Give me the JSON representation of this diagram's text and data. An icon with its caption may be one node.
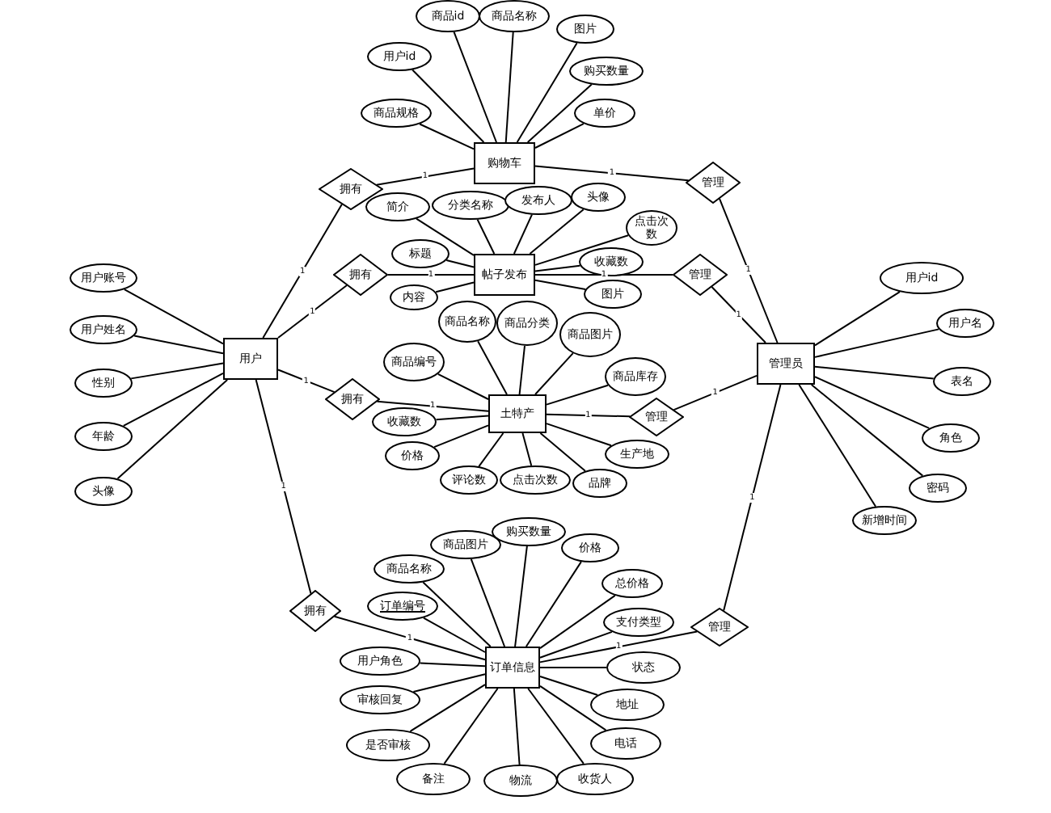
{
  "diagram": {
    "nodes": [
      {
        "text": [
          "购物车"
        ]
      },
      {
        "text": [
          "商品id"
        ]
      },
      {
        "text": [
          "商品名称"
        ]
      },
      {
        "text": [
          "图片"
        ]
      },
      {
        "text": [
          "用户id"
        ]
      },
      {
        "text": [
          "购买数量"
        ]
      },
      {
        "text": [
          "商品规格"
        ]
      },
      {
        "text": [
          "单价"
        ]
      },
      {
        "text": [
          "帖子发布"
        ]
      },
      {
        "text": [
          "简介"
        ]
      },
      {
        "text": [
          "分类名称"
        ]
      },
      {
        "text": [
          "发布人"
        ]
      },
      {
        "text": [
          "头像"
        ]
      },
      {
        "text": [
          "点击次数"
        ]
      },
      {
        "text": [
          "标题"
        ]
      },
      {
        "text": [
          "内容"
        ]
      },
      {
        "text": [
          "收藏数"
        ]
      },
      {
        "text": [
          "图片"
        ]
      },
      {
        "text": [
          "土特产"
        ]
      },
      {
        "text": [
          "商品编号"
        ]
      },
      {
        "text": [
          "商品名称"
        ]
      },
      {
        "text": [
          "商品分类"
        ]
      },
      {
        "text": [
          "商品图片"
        ]
      },
      {
        "text": [
          "商品库存"
        ]
      },
      {
        "text": [
          "收藏数"
        ]
      },
      {
        "text": [
          "价格"
        ]
      },
      {
        "text": [
          "评论数"
        ]
      },
      {
        "text": [
          "点击次数"
        ]
      },
      {
        "text": [
          "品牌"
        ]
      },
      {
        "text": [
          "生产地"
        ]
      },
      {
        "text": [
          "订单信息"
        ]
      },
      {
        "text": [
          "订单编号"
        ]
      },
      {
        "text": [
          "商品名称"
        ]
      },
      {
        "text": [
          "商品图片"
        ]
      },
      {
        "text": [
          "购买数量"
        ]
      },
      {
        "text": [
          "价格"
        ]
      },
      {
        "text": [
          "总价格"
        ]
      },
      {
        "text": [
          "支付类型"
        ]
      },
      {
        "text": [
          "用户角色"
        ]
      },
      {
        "text": [
          "审核回复"
        ]
      },
      {
        "text": [
          "是否审核"
        ]
      },
      {
        "text": [
          "备注"
        ]
      },
      {
        "text": [
          "物流"
        ]
      },
      {
        "text": [
          "收货人"
        ]
      },
      {
        "text": [
          "电话"
        ]
      },
      {
        "text": [
          "地址"
        ]
      },
      {
        "text": [
          "状态"
        ]
      },
      {
        "text": [
          "用户"
        ]
      },
      {
        "text": [
          "用户账号"
        ]
      },
      {
        "text": [
          "用户姓名"
        ]
      },
      {
        "text": [
          "性别"
        ]
      },
      {
        "text": [
          "年龄"
        ]
      },
      {
        "text": [
          "头像"
        ]
      },
      {
        "text": [
          "管理员"
        ]
      },
      {
        "text": [
          "用户id"
        ]
      },
      {
        "text": [
          "用户名"
        ]
      },
      {
        "text": [
          "表名"
        ]
      },
      {
        "text": [
          "角色"
        ]
      },
      {
        "text": [
          "密码"
        ]
      },
      {
        "text": [
          "新增时间"
        ]
      },
      {
        "text": [
          "拥有"
        ]
      },
      {
        "text": [
          "拥有"
        ]
      },
      {
        "text": [
          "拥有"
        ]
      },
      {
        "text": [
          "拥有"
        ]
      },
      {
        "text": [
          "管理"
        ]
      },
      {
        "text": [
          "管理"
        ]
      },
      {
        "text": [
          "管理"
        ]
      },
      {
        "text": [
          "管理"
        ]
      }
    ],
    "edges": [
      {
        "from": 0,
        "to": 1,
        "arrow": "none"
      },
      {
        "from": 0,
        "to": 2,
        "arrow": "none"
      },
      {
        "from": 0,
        "to": 3,
        "arrow": "none"
      },
      {
        "from": 0,
        "to": 4,
        "arrow": "none"
      },
      {
        "from": 0,
        "to": 5,
        "arrow": "none"
      },
      {
        "from": 0,
        "to": 6,
        "arrow": "none"
      },
      {
        "from": 0,
        "to": 7,
        "arrow": "none"
      },
      {
        "from": 8,
        "to": 9,
        "arrow": "none"
      },
      {
        "from": 8,
        "to": 10,
        "arrow": "none"
      },
      {
        "from": 8,
        "to": 11,
        "arrow": "none"
      },
      {
        "from": 8,
        "to": 12,
        "arrow": "none"
      },
      {
        "from": 8,
        "to": 13,
        "arrow": "none"
      },
      {
        "from": 8,
        "to": 14,
        "arrow": "none"
      },
      {
        "from": 8,
        "to": 15,
        "arrow": "none"
      },
      {
        "from": 8,
        "to": 16,
        "arrow": "none"
      },
      {
        "from": 8,
        "to": 17,
        "arrow": "none"
      },
      {
        "from": 18,
        "to": 19,
        "arrow": "none"
      },
      {
        "from": 18,
        "to": 20,
        "arrow": "none"
      },
      {
        "from": 18,
        "to": 21,
        "arrow": "none"
      },
      {
        "from": 18,
        "to": 22,
        "arrow": "none"
      },
      {
        "from": 18,
        "to": 23,
        "arrow": "none"
      },
      {
        "from": 18,
        "to": 24,
        "arrow": "none"
      },
      {
        "from": 18,
        "to": 25,
        "arrow": "none"
      },
      {
        "from": 18,
        "to": 26,
        "arrow": "none"
      },
      {
        "from": 18,
        "to": 27,
        "arrow": "none"
      },
      {
        "from": 18,
        "to": 28,
        "arrow": "none"
      },
      {
        "from": 18,
        "to": 29,
        "arrow": "none"
      },
      {
        "from": 30,
        "to": 31,
        "arrow": "none"
      },
      {
        "from": 30,
        "to": 32,
        "arrow": "none"
      },
      {
        "from": 30,
        "to": 33,
        "arrow": "none"
      },
      {
        "from": 30,
        "to": 34,
        "arrow": "none"
      },
      {
        "from": 30,
        "to": 35,
        "arrow": "none"
      },
      {
        "from": 30,
        "to": 36,
        "arrow": "none"
      },
      {
        "from": 30,
        "to": 37,
        "arrow": "none"
      },
      {
        "from": 30,
        "to": 38,
        "arrow": "none"
      },
      {
        "from": 30,
        "to": 39,
        "arrow": "none"
      },
      {
        "from": 30,
        "to": 40,
        "arrow": "none"
      },
      {
        "from": 30,
        "to": 41,
        "arrow": "none"
      },
      {
        "from": 30,
        "to": 42,
        "arrow": "none"
      },
      {
        "from": 30,
        "to": 43,
        "arrow": "none"
      },
      {
        "from": 30,
        "to": 44,
        "arrow": "none"
      },
      {
        "from": 30,
        "to": 45,
        "arrow": "none"
      },
      {
        "from": 30,
        "to": 46,
        "arrow": "none"
      },
      {
        "from": 47,
        "to": 48,
        "arrow": "none"
      },
      {
        "from": 47,
        "to": 49,
        "arrow": "none"
      },
      {
        "from": 47,
        "to": 50,
        "arrow": "none"
      },
      {
        "from": 47,
        "to": 51,
        "arrow": "none"
      },
      {
        "from": 47,
        "to": 52,
        "arrow": "none"
      },
      {
        "from": 53,
        "to": 54,
        "arrow": "none"
      },
      {
        "from": 53,
        "to": 55,
        "arrow": "none"
      },
      {
        "from": 53,
        "to": 56,
        "arrow": "none"
      },
      {
        "from": 53,
        "to": 57,
        "arrow": "none"
      },
      {
        "from": 53,
        "to": 58,
        "arrow": "none"
      },
      {
        "from": 53,
        "to": 59,
        "arrow": "none"
      },
      {
        "from": 47,
        "to": 60,
        "arrow": "none",
        "label": "1"
      },
      {
        "from": 60,
        "to": 0,
        "arrow": "none",
        "label": "1"
      },
      {
        "from": 47,
        "to": 61,
        "arrow": "none",
        "label": "1"
      },
      {
        "from": 61,
        "to": 8,
        "arrow": "none",
        "label": "1"
      },
      {
        "from": 47,
        "to": 62,
        "arrow": "none",
        "label": "1"
      },
      {
        "from": 62,
        "to": 18,
        "arrow": "none",
        "label": "1"
      },
      {
        "from": 47,
        "to": 63,
        "arrow": "none",
        "label": "1"
      },
      {
        "from": 63,
        "to": 30,
        "arrow": "none",
        "label": "1"
      },
      {
        "from": 0,
        "to": 64,
        "arrow": "none",
        "label": "1"
      },
      {
        "from": 64,
        "to": 53,
        "arrow": "none",
        "label": "1"
      },
      {
        "from": 8,
        "to": 65,
        "arrow": "none",
        "label": "1"
      },
      {
        "from": 65,
        "to": 53,
        "arrow": "none",
        "label": "1"
      },
      {
        "from": 18,
        "to": 66,
        "arrow": "none",
        "label": "1"
      },
      {
        "from": 66,
        "to": 53,
        "arrow": "none",
        "label": "1"
      },
      {
        "from": 30,
        "to": 67,
        "arrow": "none",
        "label": "1"
      },
      {
        "from": 67,
        "to": 53,
        "arrow": "none",
        "label": "1"
      }
    ]
  }
}
